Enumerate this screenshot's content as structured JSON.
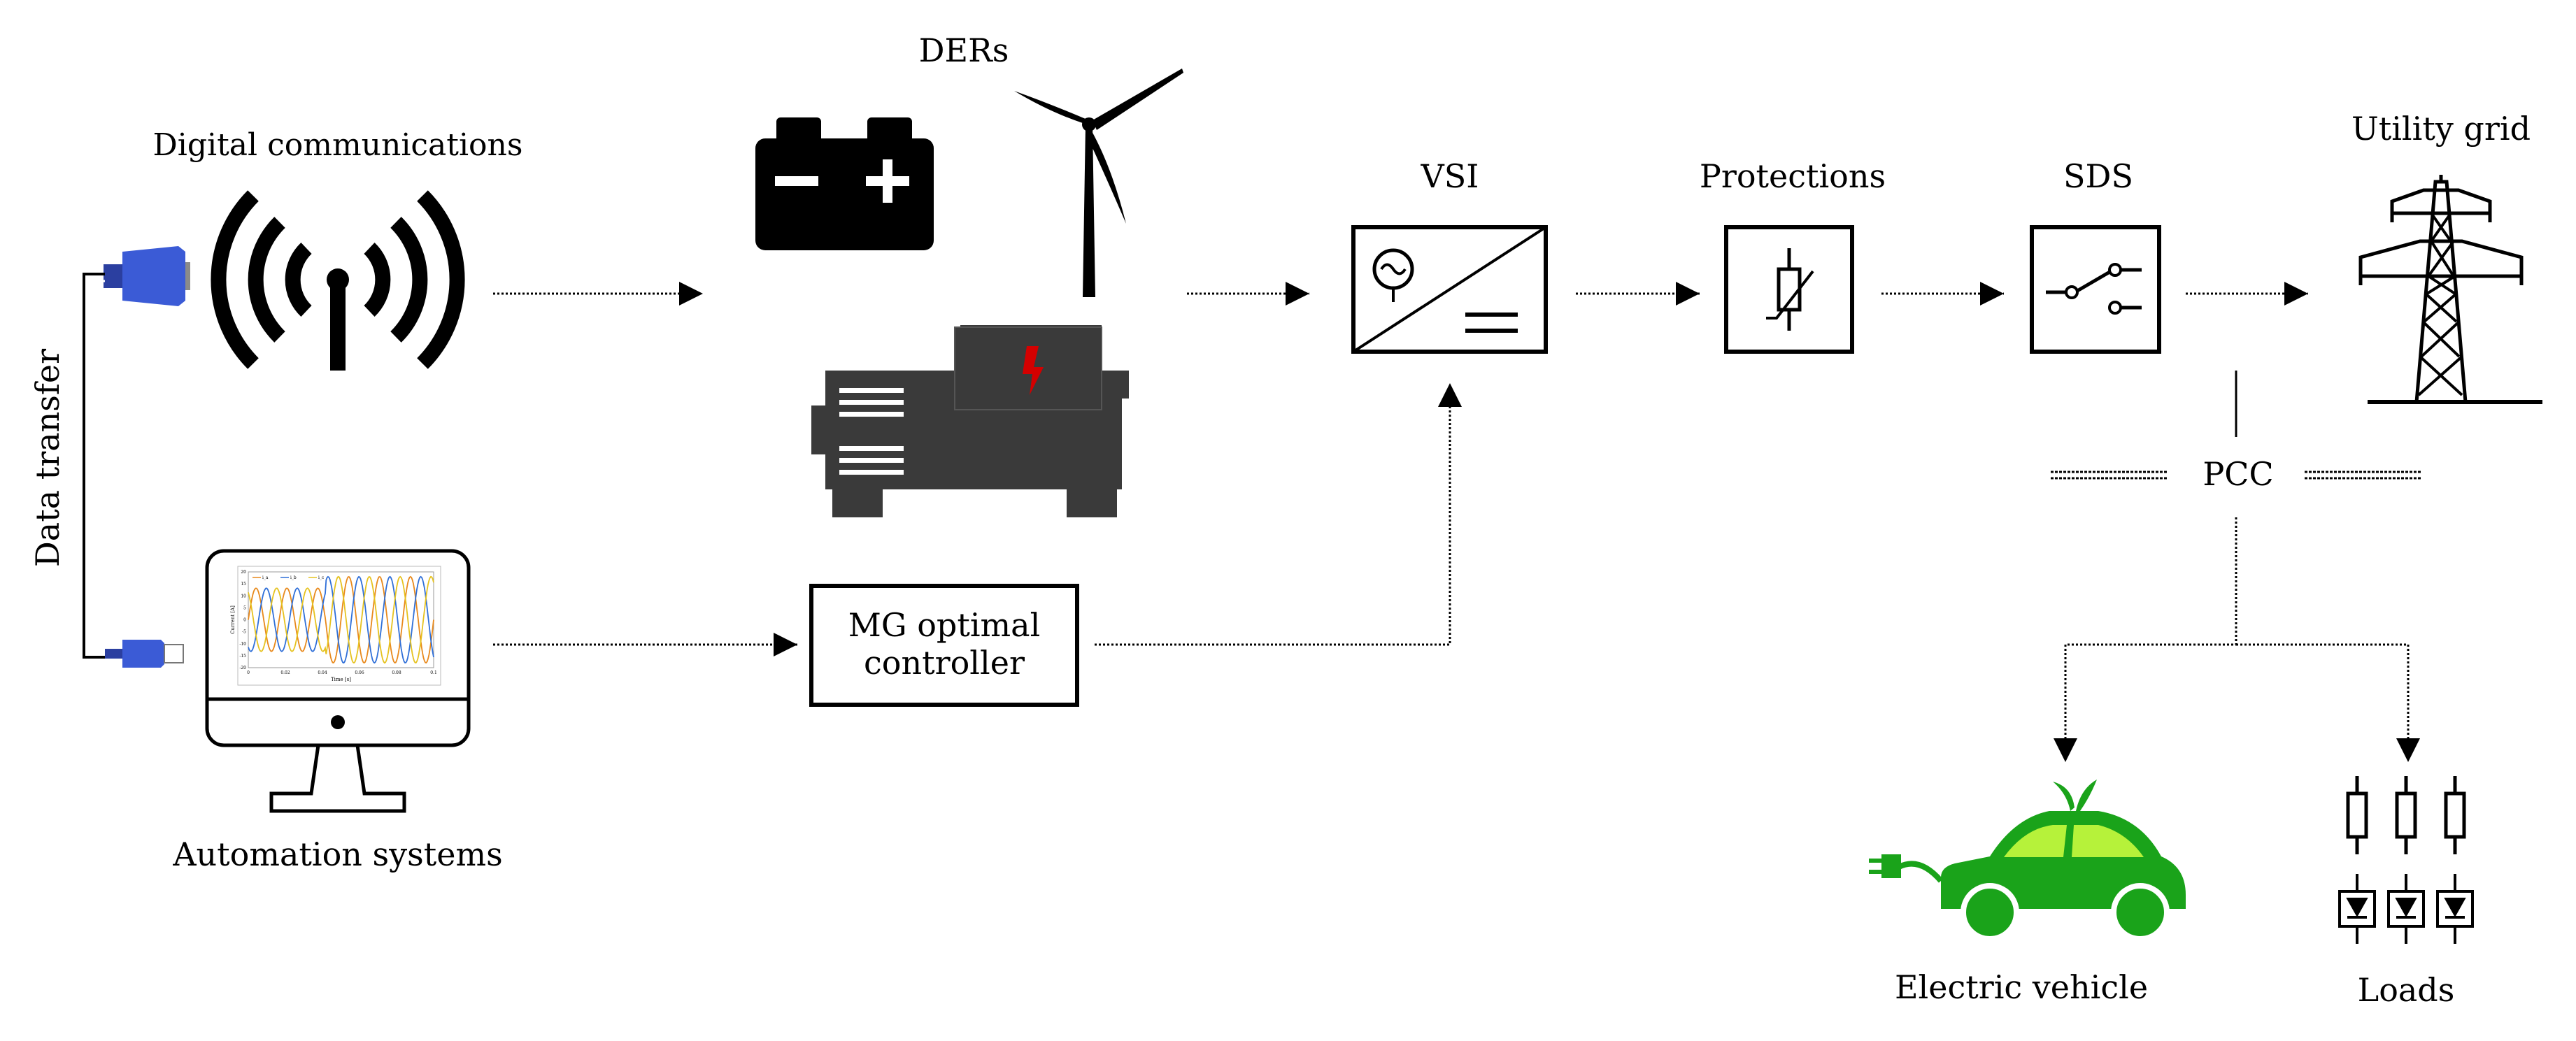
{
  "labels": {
    "digital_communications": "Digital communications",
    "data_transfer": "Data transfer",
    "automation_systems": "Automation systems",
    "ders": "DERs",
    "vsi": "VSI",
    "protections": "Protections",
    "sds": "SDS",
    "utility_grid": "Utility grid",
    "pcc": "PCC",
    "mg_controller_line1": "MG optimal",
    "mg_controller_line2": "controller",
    "electric_vehicle": "Electric vehicle",
    "loads": "Loads"
  },
  "monitor_plot": {
    "legend": [
      "i_a",
      "i_b",
      "i_c"
    ],
    "ylabel": "Current [A]",
    "xlabel": "Time [s]",
    "yticks": [
      "20",
      "15",
      "10",
      "5",
      "0",
      "-5",
      "-10",
      "-15",
      "-20"
    ],
    "xticks": [
      "0",
      "0.02",
      "0.04",
      "0.06",
      "0.08",
      "0.1"
    ]
  },
  "colors": {
    "connector_blue": "#3b5bd6",
    "ev_green": "#1aa31a",
    "ev_window": "#b6f23a",
    "generator_gray": "#3a3a3a",
    "fault_red": "#d40000",
    "plot_orange": "#e8891b",
    "plot_blue": "#2f6fd8",
    "plot_yellow": "#e6c21f"
  },
  "icons": [
    "antenna-icon",
    "battery-icon",
    "wind-turbine-icon",
    "generator-icon",
    "monitor-icon",
    "vga-connector-icon",
    "usb-connector-icon",
    "inverter-icon",
    "varistor-icon",
    "switch-icon",
    "transmission-tower-icon",
    "electric-car-icon",
    "load-resistor-icon",
    "diode-icon"
  ]
}
